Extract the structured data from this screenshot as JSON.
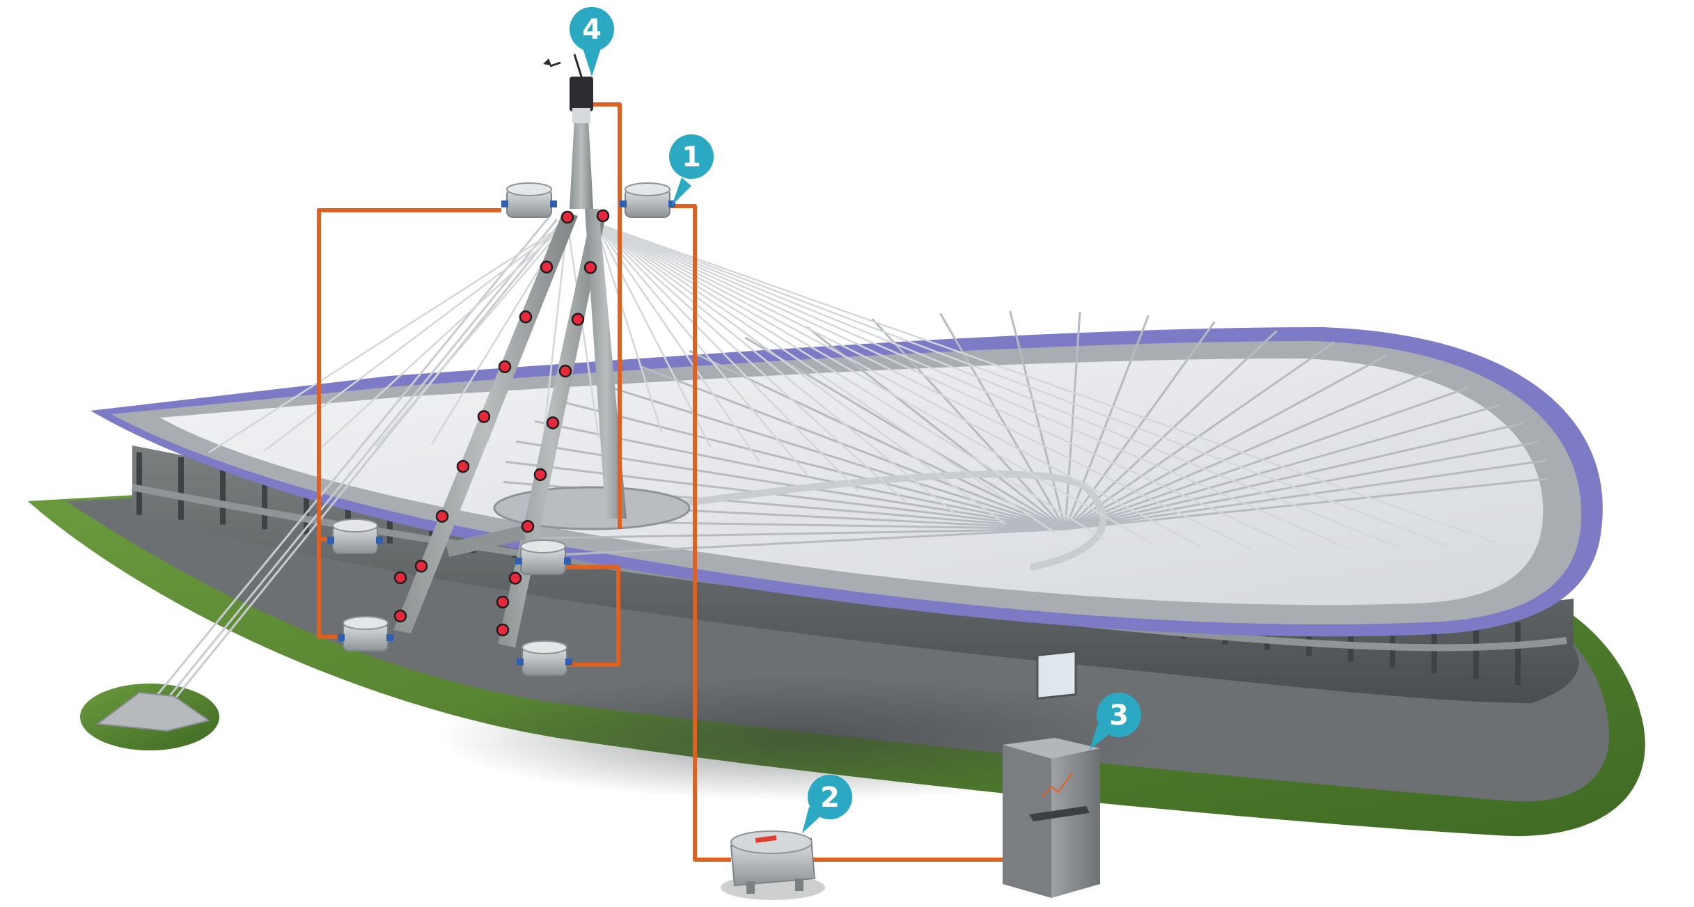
{
  "callouts": [
    {
      "label": "1",
      "target": "junction-boxes-at-mast-top"
    },
    {
      "label": "2",
      "target": "ground-junction-box"
    },
    {
      "label": "3",
      "target": "monitoring-cabinet"
    },
    {
      "label": "4",
      "target": "weather-station"
    }
  ],
  "colors": {
    "callout": "#2ba8c2",
    "cable": "#e0601f",
    "sensor": "#e8283b",
    "grass": "#4f7a2e",
    "roof": "#e7e9ec",
    "roof_edge": "#7d7bc6",
    "structure": "#666a6c"
  },
  "icons": [
    "sensor-icon",
    "junction-box-icon",
    "weather-station-icon",
    "cabinet-icon"
  ]
}
